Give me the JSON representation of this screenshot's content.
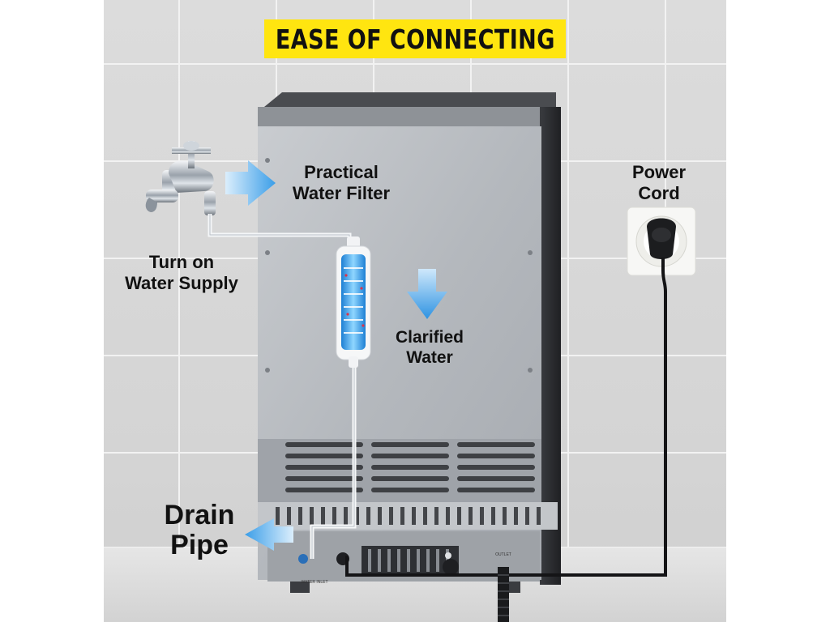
{
  "banner": {
    "title": "EASE OF CONNECTING"
  },
  "labels": {
    "water_filter": [
      "Practical",
      "Water Filter"
    ],
    "water_supply": [
      "Turn on",
      "Water Supply"
    ],
    "clarified": [
      "Clarified",
      "Water"
    ],
    "power_cord": [
      "Power",
      "Cord"
    ],
    "drain_pipe": [
      "Drain",
      "Pipe"
    ]
  },
  "ports": {
    "inlet": "WATER INLET",
    "outlet": "OUTLET"
  },
  "colors": {
    "banner": "#ffe510",
    "arrow": "#3b9ee8",
    "filter": "#35a6e8"
  }
}
